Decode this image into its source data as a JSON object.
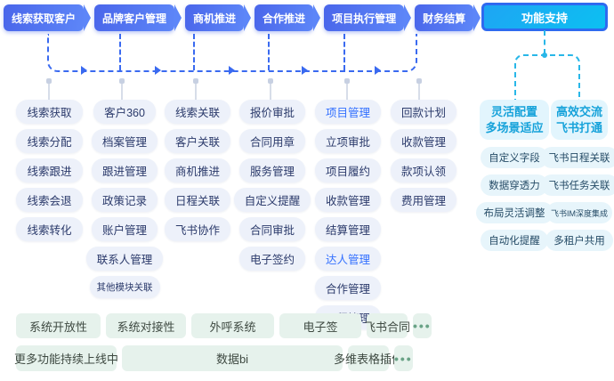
{
  "flow": {
    "stages": [
      {
        "label": "线索获取客户"
      },
      {
        "label": "品牌客户管理"
      },
      {
        "label": "商机推进"
      },
      {
        "label": "合作推进"
      },
      {
        "label": "项目执行管理"
      },
      {
        "label": "财务结算"
      }
    ],
    "support_button_label": "功能支持"
  },
  "columns": [
    {
      "items": [
        {
          "label": "线索获取"
        },
        {
          "label": "线索分配"
        },
        {
          "label": "线索跟进"
        },
        {
          "label": "线索会退"
        },
        {
          "label": "线索转化"
        }
      ]
    },
    {
      "items": [
        {
          "label": "客户360"
        },
        {
          "label": "档案管理"
        },
        {
          "label": "跟进管理"
        },
        {
          "label": "政策记录"
        },
        {
          "label": "账户管理"
        },
        {
          "label": "联系人管理"
        },
        {
          "label": "其他模块关联",
          "small": true
        }
      ]
    },
    {
      "items": [
        {
          "label": "线索关联"
        },
        {
          "label": "客户关联"
        },
        {
          "label": "商机推进"
        },
        {
          "label": "日程关联"
        },
        {
          "label": "飞书协作"
        }
      ]
    },
    {
      "items": [
        {
          "label": "报价审批"
        },
        {
          "label": "合同用章"
        },
        {
          "label": "服务管理"
        },
        {
          "label": "自定义提醒"
        },
        {
          "label": "合同审批"
        },
        {
          "label": "电子签约"
        }
      ]
    },
    {
      "items": [
        {
          "label": "项目管理",
          "highlight": true
        },
        {
          "label": "立项审批"
        },
        {
          "label": "项目履约"
        },
        {
          "label": "收款管理"
        },
        {
          "label": "结算管理"
        },
        {
          "label": "达人管理",
          "highlight": true
        },
        {
          "label": "合作管理"
        },
        {
          "label": "日程管理"
        }
      ]
    },
    {
      "items": [
        {
          "label": "回款计划"
        },
        {
          "label": "收款管理"
        },
        {
          "label": "款项认领"
        },
        {
          "label": "费用管理"
        }
      ]
    }
  ],
  "support": {
    "groups": [
      {
        "title_line1": "灵活配置",
        "title_line2": "多场景适应",
        "items": [
          {
            "label": "自定义字段"
          },
          {
            "label": "数据穿透力"
          },
          {
            "label": "布局灵活调整"
          },
          {
            "label": "自动化提醒"
          }
        ]
      },
      {
        "title_line1": "高效交流",
        "title_line2": "飞书打通",
        "items": [
          {
            "label": "飞书日程关联"
          },
          {
            "label": "飞书任务关联"
          },
          {
            "label": "飞书IM深度集成",
            "small": true
          },
          {
            "label": "多租户共用"
          }
        ]
      }
    ]
  },
  "bottom_rows": [
    {
      "boxes": [
        {
          "label": "系统开放性"
        },
        {
          "label": "系统对接性"
        },
        {
          "label": "外呼系统"
        },
        {
          "label": "电子签"
        },
        {
          "label": "飞书合同"
        },
        {
          "label": "•••",
          "dots": true
        }
      ]
    },
    {
      "boxes": [
        {
          "label": "更多功能持续上线中"
        },
        {
          "label": "数据bi"
        },
        {
          "label": "多维表格插件"
        },
        {
          "label": "•••",
          "dots": true
        }
      ]
    }
  ],
  "colors": {
    "stage_gradient_start": "#4a66ea",
    "stage_gradient_end": "#5d86f8",
    "support_fill_start": "#1ea5f3",
    "support_fill_end": "#0cc0f2",
    "support_border": "#2f6af0",
    "flow_line": "#3a6af0",
    "cyan_line": "#29b7e8",
    "pill_bg": "#edf1fa",
    "pill_text": "#2b3a6b",
    "highlight_text": "#3370ff",
    "cyan_header_text": "#16a2da",
    "cyan_pill_bg": "#e7f5fb",
    "mint_bg": "#e6f2ec",
    "mint_text": "#3f4a42",
    "dots_color": "#69a286"
  }
}
